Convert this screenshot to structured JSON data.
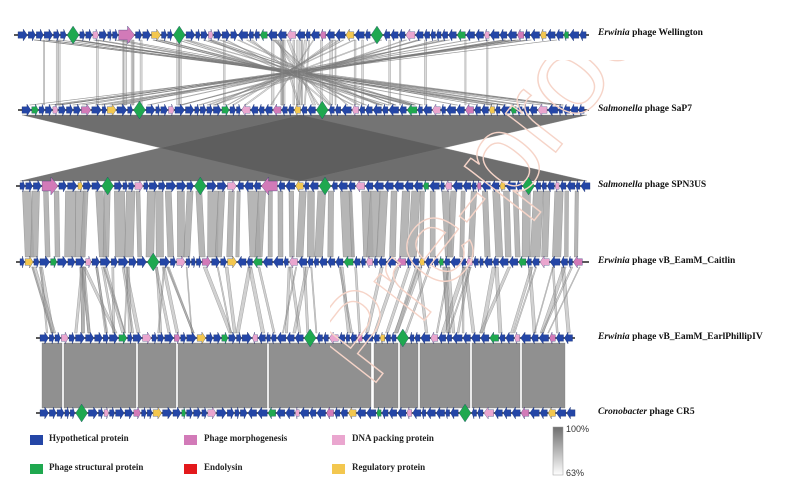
{
  "genomes": [
    {
      "genus": "Erwinia",
      "rest": " phage Wellington"
    },
    {
      "genus": "Salmonella",
      "rest": " phage SaP7"
    },
    {
      "genus": "Salmonella",
      "rest": " phage SPN3US"
    },
    {
      "genus": "Erwinia",
      "rest": " phage vB_EamM_Caitlin"
    },
    {
      "genus": "Erwinia",
      "rest": " phage vB_EamM_EarlPhillipIV"
    },
    {
      "genus": "Cronobacter",
      "rest": " phage CR5"
    }
  ],
  "legend": [
    {
      "label": "Hypothetical protein",
      "color": "#2446a6"
    },
    {
      "label": "Phage morphogenesis",
      "color": "#d27ab8"
    },
    {
      "label": "DNA packing protein",
      "color": "#eaa6cf"
    },
    {
      "label": "Phage structural protein",
      "color": "#1fa84f"
    },
    {
      "label": "Endolysin",
      "color": "#e3191c"
    },
    {
      "label": "Regulatory protein",
      "color": "#f3c74f"
    }
  ],
  "identity_scale": {
    "max": "100%",
    "min": "63%"
  },
  "watermark": "Pre-proof"
}
